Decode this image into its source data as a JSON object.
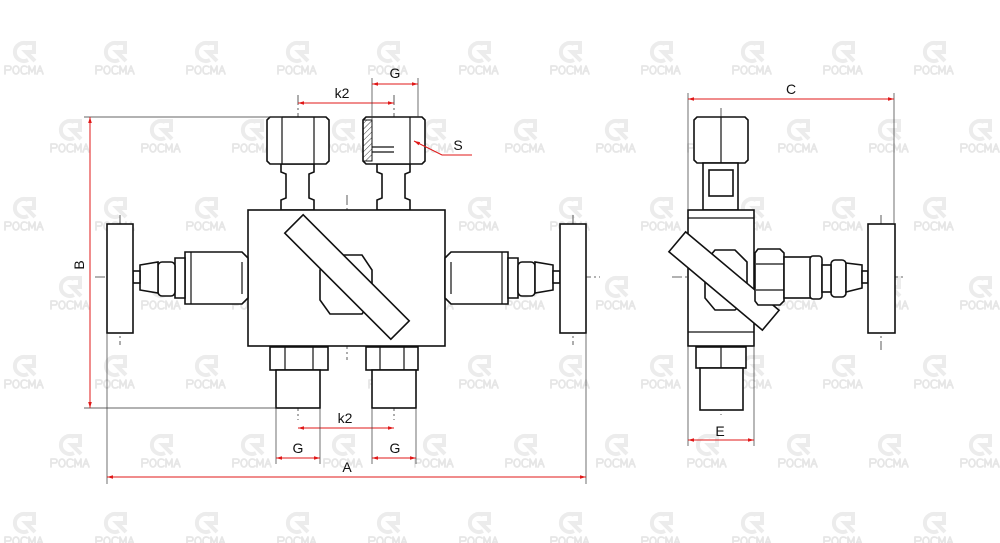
{
  "watermark": {
    "text": "РОСМА"
  },
  "dimensions": {
    "A": "A",
    "B": "B",
    "C": "C",
    "E": "E",
    "G_top": "G",
    "G_bottom_left": "G",
    "G_bottom_right": "G",
    "k2_top": "k2",
    "k2_bottom": "k2",
    "S": "S"
  },
  "colors": {
    "dimension": "#e01818",
    "outline": "#111111",
    "watermark": "#e9e9e9"
  }
}
